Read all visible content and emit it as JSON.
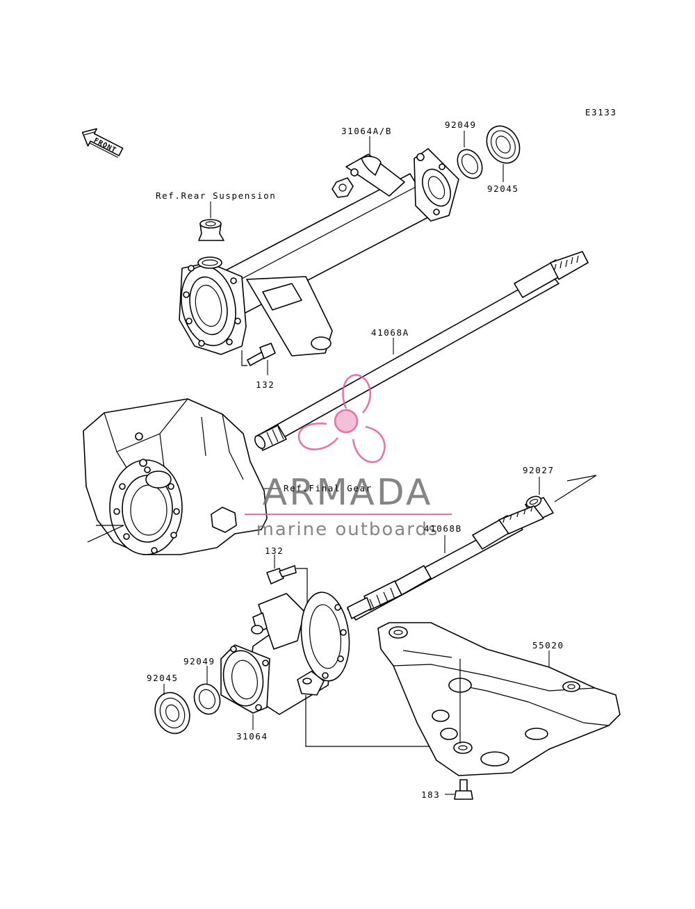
{
  "diagram_code": "E3133",
  "front_label": "FRONT",
  "labels": {
    "p31064ab": "31064A/B",
    "p92049_top": "92049",
    "p92045_top": "92045",
    "ref_rear_susp": "Ref.Rear Suspension",
    "p132_top": "132",
    "p41068a": "41068A",
    "ref_final_gear": "Ref.Final Gear",
    "p92027": "92027",
    "p41068b": "41068B",
    "p132_bottom": "132",
    "p55020": "55020",
    "p92049_bottom": "92049",
    "p92045_bottom": "92045",
    "p31064": "31064",
    "p183": "183"
  },
  "watermark": {
    "brand": "ARMADA",
    "tagline": "marine outboards",
    "accent_color": "#e85a9a",
    "text_color": "#707070"
  }
}
